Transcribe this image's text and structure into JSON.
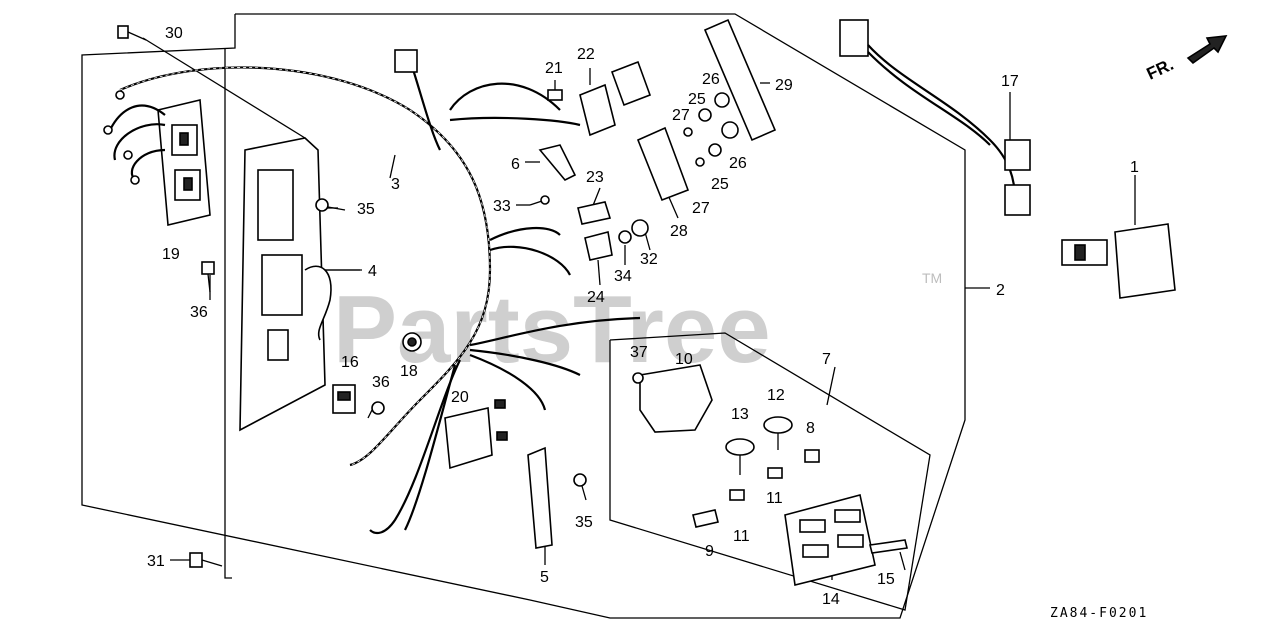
{
  "watermark": {
    "text": "PartsTree",
    "trademark": "TM"
  },
  "direction_marker": {
    "text": "FR."
  },
  "diagram_code": "ZA84-F0201",
  "callouts": [
    {
      "id": "c30",
      "text": "30"
    },
    {
      "id": "c3",
      "text": "3"
    },
    {
      "id": "c35a",
      "text": "35"
    },
    {
      "id": "c19",
      "text": "19"
    },
    {
      "id": "c4",
      "text": "4"
    },
    {
      "id": "c36a",
      "text": "36"
    },
    {
      "id": "c16",
      "text": "16"
    },
    {
      "id": "c18",
      "text": "18"
    },
    {
      "id": "c36b",
      "text": "36"
    },
    {
      "id": "c21",
      "text": "21"
    },
    {
      "id": "c22",
      "text": "22"
    },
    {
      "id": "c6",
      "text": "6"
    },
    {
      "id": "c33",
      "text": "33"
    },
    {
      "id": "c23",
      "text": "23"
    },
    {
      "id": "c24",
      "text": "24"
    },
    {
      "id": "c34",
      "text": "34"
    },
    {
      "id": "c32",
      "text": "32"
    },
    {
      "id": "c28",
      "text": "28"
    },
    {
      "id": "c26a",
      "text": "26"
    },
    {
      "id": "c29",
      "text": "29"
    },
    {
      "id": "c25a",
      "text": "25"
    },
    {
      "id": "c27a",
      "text": "27"
    },
    {
      "id": "c26b",
      "text": "26"
    },
    {
      "id": "c25b",
      "text": "25"
    },
    {
      "id": "c27b",
      "text": "27"
    },
    {
      "id": "c17",
      "text": "17"
    },
    {
      "id": "c1",
      "text": "1"
    },
    {
      "id": "c2",
      "text": "2"
    },
    {
      "id": "c20",
      "text": "20"
    },
    {
      "id": "c37",
      "text": "37"
    },
    {
      "id": "c10",
      "text": "10"
    },
    {
      "id": "c7",
      "text": "7"
    },
    {
      "id": "c12",
      "text": "12"
    },
    {
      "id": "c13",
      "text": "13"
    },
    {
      "id": "c8",
      "text": "8"
    },
    {
      "id": "c11a",
      "text": "11"
    },
    {
      "id": "c11b",
      "text": "11"
    },
    {
      "id": "c9",
      "text": "9"
    },
    {
      "id": "c14",
      "text": "14"
    },
    {
      "id": "c15",
      "text": "15"
    },
    {
      "id": "c5",
      "text": "5"
    },
    {
      "id": "c35b",
      "text": "35"
    },
    {
      "id": "c31",
      "text": "31"
    }
  ]
}
